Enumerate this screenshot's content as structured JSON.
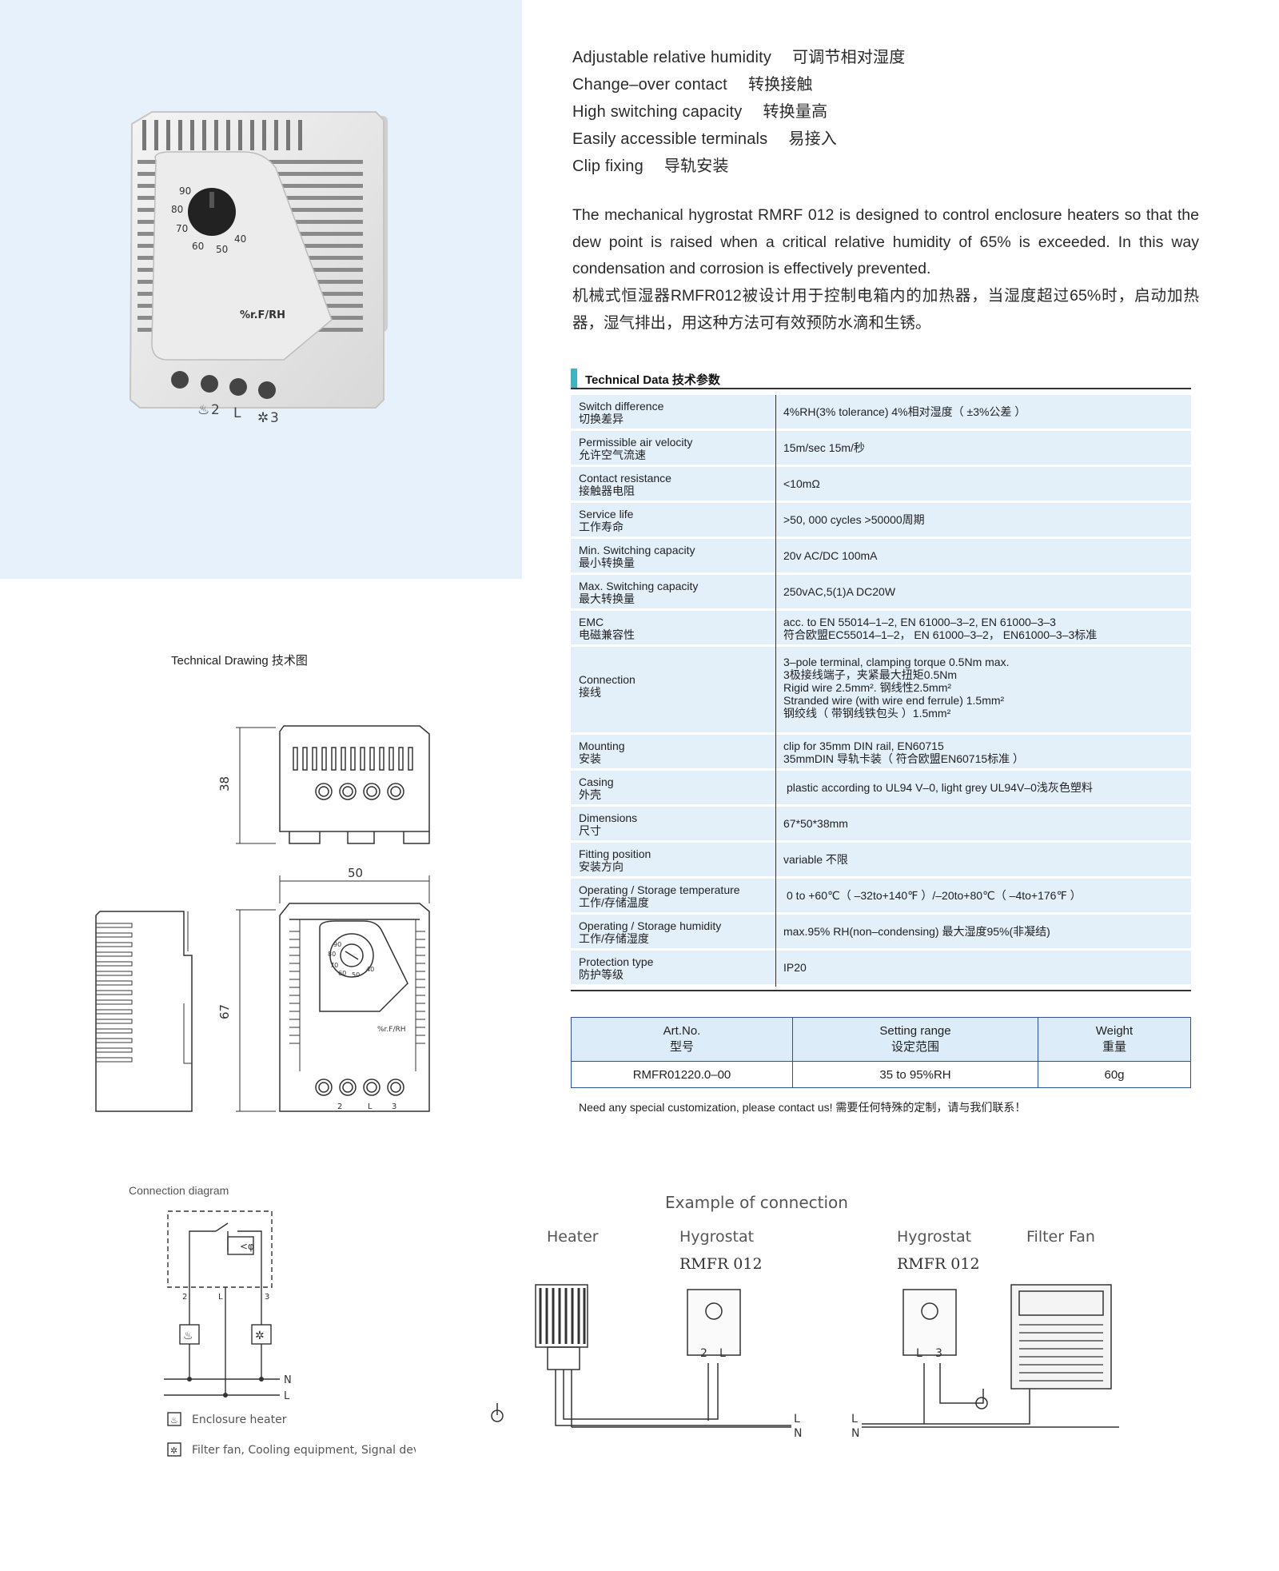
{
  "features": [
    {
      "en": "Adjustable relative humidity",
      "cn": "可调节相对湿度"
    },
    {
      "en": "Change–over contact",
      "cn": "转换接触"
    },
    {
      "en": "High switching capacity",
      "cn": "转换量高"
    },
    {
      "en": "Easily accessible terminals",
      "cn": "易接入"
    },
    {
      "en": "Clip fixing",
      "cn": "导轨安装"
    }
  ],
  "description": {
    "en": "The mechanical hygrostat RMRF 012 is designed to control enclosure heaters so that the dew point is raised when a critical relative humidity of 65% is exceeded. In this way condensation and corrosion is effectively prevented.",
    "cn": "机械式恒湿器RMFR012被设计用于控制电箱内的加热器，当湿度超过65%时，启动加热器，湿气排出，用这种方法可有效预防水滴和生锈。"
  },
  "product_photo": {
    "dial_numbers": [
      "90",
      "80",
      "70",
      "60",
      "50",
      "40"
    ],
    "label": "%r.F/RH",
    "terminals": [
      "2",
      "L",
      "3"
    ]
  },
  "technical_data": {
    "title": "Technical Data 技术参数",
    "rows": [
      {
        "label": [
          "Switch difference",
          "切换差异"
        ],
        "value": [
          "4%RH(3% tolerance)   4%相对湿度（ ±3%公差 ）"
        ]
      },
      {
        "label": [
          "Permissible air velocity",
          "允许空气流速"
        ],
        "value": [
          "15m/sec   15m/秒"
        ]
      },
      {
        "label": [
          "Contact resistance",
          "接触器电阻"
        ],
        "value": [
          "<10mΩ"
        ]
      },
      {
        "label": [
          "Service life",
          "工作寿命"
        ],
        "value": [
          ">50, 000 cycles    >50000周期"
        ]
      },
      {
        "label": [
          "Min. Switching capacity",
          "最小转换量"
        ],
        "value": [
          "20v AC/DC 100mA"
        ]
      },
      {
        "label": [
          "Max. Switching capacity",
          "最大转换量"
        ],
        "value": [
          "250vAC,5(1)A     DC20W"
        ]
      },
      {
        "label": [
          "EMC",
          "电磁兼容性"
        ],
        "value": [
          "acc. to EN 55014–1–2, EN 61000–3–2, EN 61000–3–3",
          "符合欧盟EC55014–1–2，  EN 61000–3–2，  EN61000–3–3标准"
        ]
      },
      {
        "label": [
          "Connection",
          "接线"
        ],
        "value": [
          "3–pole terminal, clamping torque 0.5Nm max.",
          "3极接线端子，夹紧最大扭矩0.5Nm",
          "Rigid wire 2.5mm².   钢线性2.5mm²",
          "Stranded wire (with wire end ferrule) 1.5mm²",
          "钢绞线（ 带钢线铁包头 ）1.5mm²"
        ]
      },
      {
        "label": [
          "Mounting",
          "安装"
        ],
        "value": [
          "clip for 35mm DIN rail, EN60715",
          "35mmDIN 导轨卡装（ 符合欧盟EN60715标准 ）"
        ]
      },
      {
        "label": [
          "Casing",
          "外壳"
        ],
        "value": [
          "plastic according to UL94 V–0, light grey   UL94V–0浅灰色塑料"
        ]
      },
      {
        "label": [
          "Dimensions",
          "尺寸"
        ],
        "value": [
          "67*50*38mm"
        ]
      },
      {
        "label": [
          "Fitting position",
          "安装方向"
        ],
        "value": [
          "variable  不限"
        ]
      },
      {
        "label": [
          "Operating / Storage temperature",
          "工作/存储温度"
        ],
        "value": [
          "0 to +60℃（ –32to+140℉ ）/–20to+80℃（ –4to+176℉ ）"
        ]
      },
      {
        "label": [
          "Operating / Storage humidity",
          "工作/存储湿度"
        ],
        "value": [
          "max.95% RH(non–condensing)  最大湿度95%(非凝结)"
        ]
      },
      {
        "label": [
          "Protection type",
          "防护等级"
        ],
        "value": [
          "IP20"
        ]
      }
    ]
  },
  "article_table": {
    "headers": [
      [
        "Art.No.",
        "型号"
      ],
      [
        "Setting range",
        "设定范围"
      ],
      [
        "Weight",
        "重量"
      ]
    ],
    "row": [
      "RMFR01220.0–00",
      "35 to 95%RH",
      "60g"
    ]
  },
  "contact_note": "Need any special customization, please contact us!  需要任何特殊的定制，请与我们联系！",
  "drawing": {
    "title": "Technical Drawing 技术图",
    "dim_depth": "38",
    "dim_width": "50",
    "dim_height": "67",
    "dial_numbers": [
      "90",
      "80",
      "70",
      "60",
      "50",
      "40"
    ],
    "label": "%r.F/RH",
    "terminals": [
      "2",
      "L",
      "3"
    ]
  },
  "connection_diagram": {
    "title": "Connection diagram",
    "terminals": [
      "2",
      "L",
      "3"
    ],
    "lines": [
      "N",
      "L"
    ],
    "legend": [
      "Enclosure heater",
      "Filter fan, Cooling equipment, Signal device"
    ]
  },
  "example": {
    "title": "Example of connection",
    "heater_label": "Heater",
    "hygrostat_label": "Hygrostat",
    "model": "RMFR 012",
    "fan_label": "Filter Fan",
    "left_terminals": [
      "2",
      "L"
    ],
    "right_terminals": [
      "L",
      "3"
    ],
    "lines": [
      "L",
      "N"
    ]
  },
  "colors": {
    "panel_bg": "#e6f1fb",
    "row_bg": "#e3eff9",
    "accent": "#3fb3c4",
    "table_border": "#2e4f9a"
  }
}
